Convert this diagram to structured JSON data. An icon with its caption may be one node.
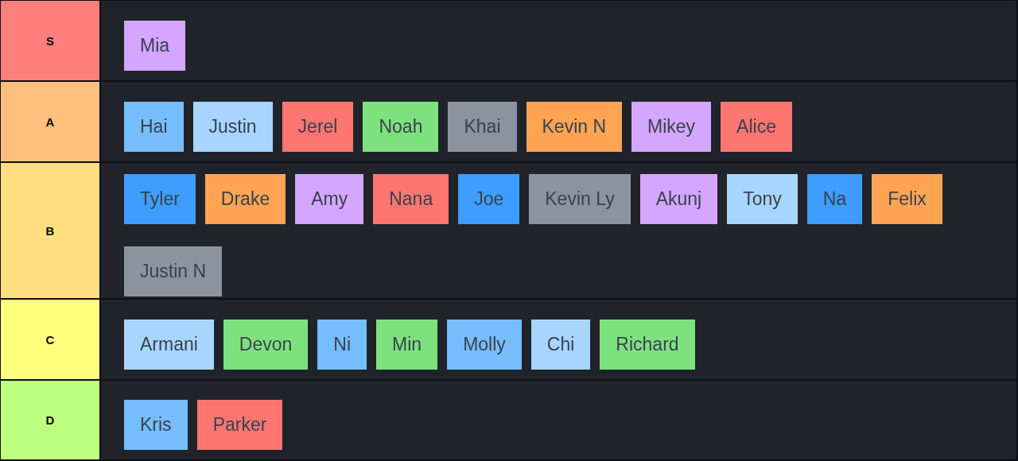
{
  "diagram": {
    "nodes": [
      {
        "text": [
          "S"
        ]
      },
      {
        "text": [
          "Mia"
        ],
        "in": 0
      },
      {
        "text": [
          "A"
        ]
      },
      {
        "text": [
          "Hai"
        ],
        "in": 2
      },
      {
        "text": [
          "Justin"
        ],
        "in": 2
      },
      {
        "text": [
          "Jerel"
        ],
        "in": 2
      },
      {
        "text": [
          "Noah"
        ],
        "in": 2
      },
      {
        "text": [
          "Khai"
        ],
        "in": 2
      },
      {
        "text": [
          "Kevin N"
        ],
        "in": 2
      },
      {
        "text": [
          "Mikey"
        ],
        "in": 2
      },
      {
        "text": [
          "Alice"
        ],
        "in": 2
      },
      {
        "text": [
          "B"
        ]
      },
      {
        "text": [
          "Tyler"
        ],
        "in": 11
      },
      {
        "text": [
          "Drake"
        ],
        "in": 11
      },
      {
        "text": [
          "Amy"
        ],
        "in": 11
      },
      {
        "text": [
          "Nana"
        ],
        "in": 11
      },
      {
        "text": [
          "Joe"
        ],
        "in": 11
      },
      {
        "text": [
          "Kevin Ly"
        ],
        "in": 11
      },
      {
        "text": [
          "Akunj"
        ],
        "in": 11
      },
      {
        "text": [
          "Tony"
        ],
        "in": 11
      },
      {
        "text": [
          "Na"
        ],
        "in": 11
      },
      {
        "text": [
          "Felix"
        ],
        "in": 11
      },
      {
        "text": [
          "Justin N"
        ],
        "in": 11
      },
      {
        "text": [
          "C"
        ]
      },
      {
        "text": [
          "Armani"
        ],
        "in": 23
      },
      {
        "text": [
          "Devon"
        ],
        "in": 23
      },
      {
        "text": [
          "Ni"
        ],
        "in": 23
      },
      {
        "text": [
          "Min"
        ],
        "in": 23
      },
      {
        "text": [
          "Molly"
        ],
        "in": 23
      },
      {
        "text": [
          "Chi"
        ],
        "in": 23
      },
      {
        "text": [
          "Richard"
        ],
        "in": 23
      },
      {
        "text": [
          "D"
        ]
      },
      {
        "text": [
          "Kris"
        ],
        "in": 31
      },
      {
        "text": [
          "Parker"
        ],
        "in": 31
      }
    ]
  }
}
